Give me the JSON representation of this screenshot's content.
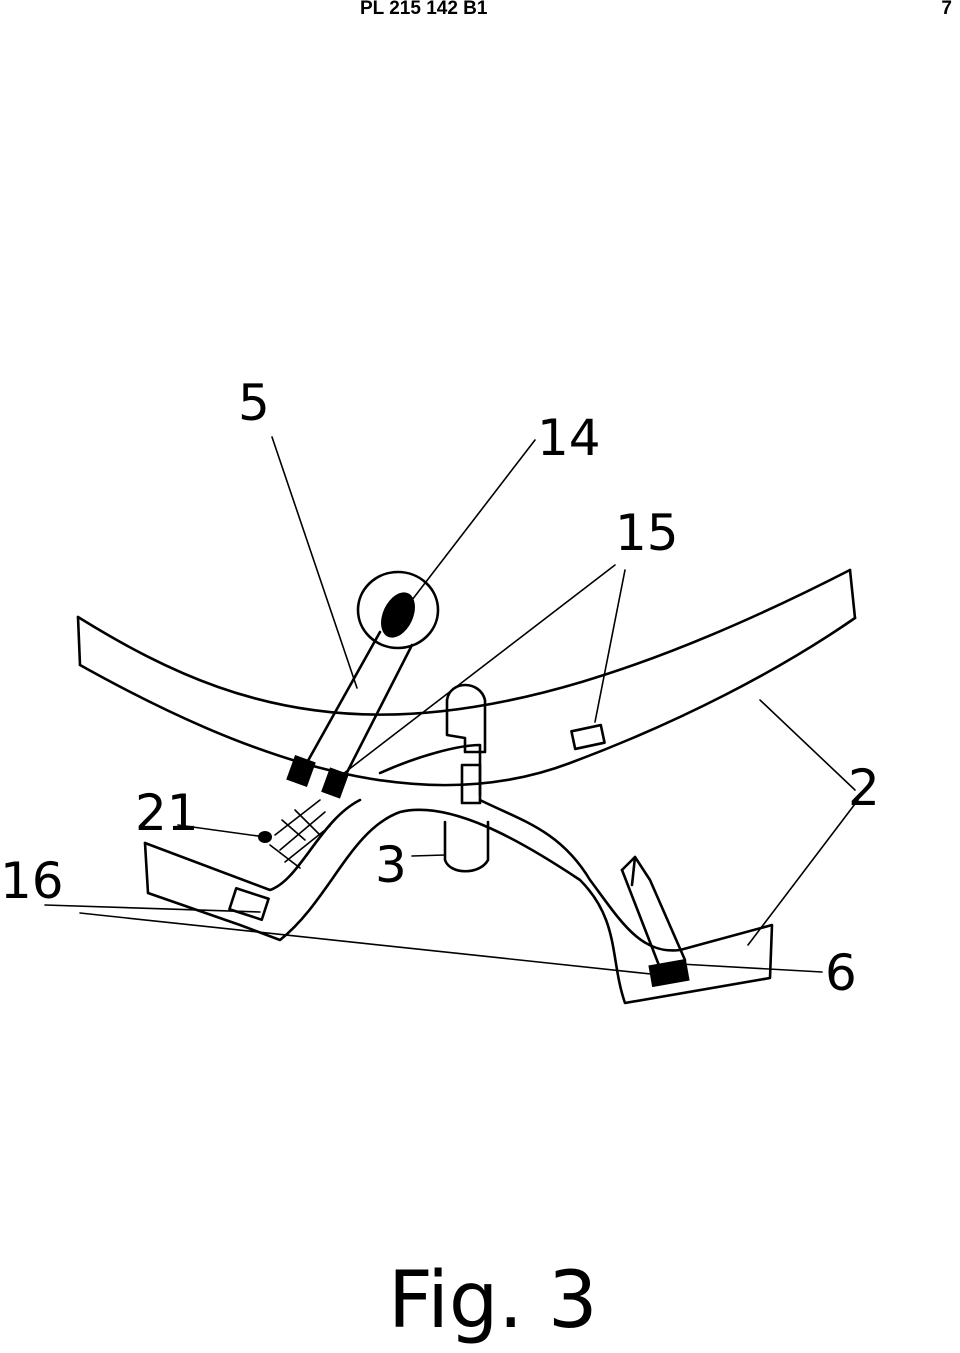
{
  "header": {
    "patent_number": "PL 215 142 B1",
    "page_number": "7"
  },
  "figure": {
    "caption": "Fig. 3",
    "reference_labels": [
      "5",
      "14",
      "15",
      "2",
      "21",
      "16",
      "3",
      "6"
    ]
  }
}
